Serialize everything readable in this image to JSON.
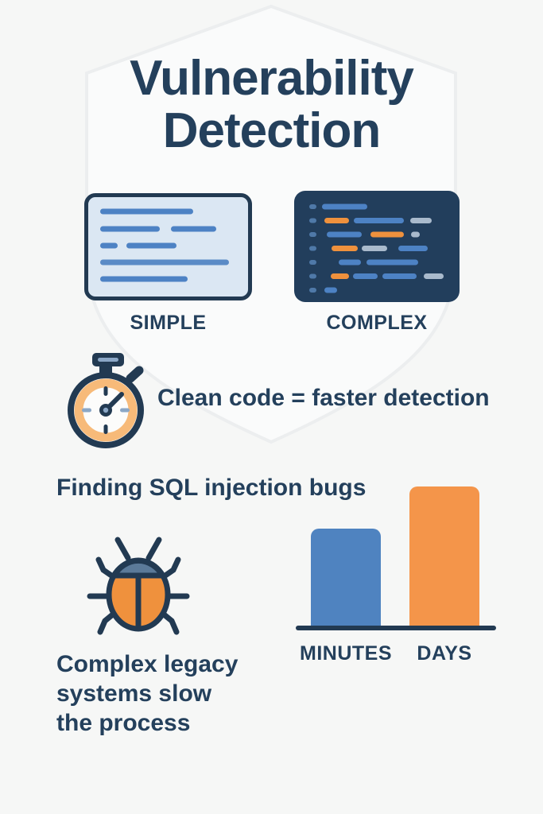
{
  "infographic": {
    "title": {
      "line1": "Vulnerability",
      "line2": "Detection"
    },
    "comparison_cards": {
      "simple": {
        "label": "SIMPLE"
      },
      "complex": {
        "label": "COMPLEX"
      }
    },
    "clean_code_row": {
      "text": "Clean code = faster detection",
      "icon": "stopwatch-icon"
    },
    "sql_bugs_section": {
      "heading": "Finding SQL injection bugs",
      "icon": "bug-icon",
      "note_lines": [
        "Complex legacy",
        "systems slow",
        "the process"
      ]
    }
  },
  "chart_data": {
    "type": "bar",
    "categories": [
      "MINUTES",
      "DAYS"
    ],
    "values": [
      70,
      100
    ],
    "value_scale": "relative detection time (estimated, no numeric axis shown)",
    "series_colors": [
      "#4f83c0",
      "#f4954a"
    ],
    "title": "Finding SQL injection bugs",
    "xlabel": "",
    "ylabel": "",
    "ylim": [
      0,
      100
    ],
    "grid": false,
    "legend": "none",
    "axis_style": "single dark baseline"
  },
  "colors": {
    "background": "#f6f7f6",
    "navy_text": "#24405c",
    "navy_panel": "#223e5c",
    "navy_outline": "#223a52",
    "code_blue": "#4d82c4",
    "code_orange": "#ef913d",
    "code_gray": "#a9bacc",
    "light_blue_card": "#dbe7f3",
    "bar_blue": "#4f83c0",
    "bar_orange": "#f4954a",
    "stopwatch_ring_orange": "#f7ba79",
    "bug_head_slate": "#5b7a99",
    "shield_watermark": "#eceeef"
  }
}
